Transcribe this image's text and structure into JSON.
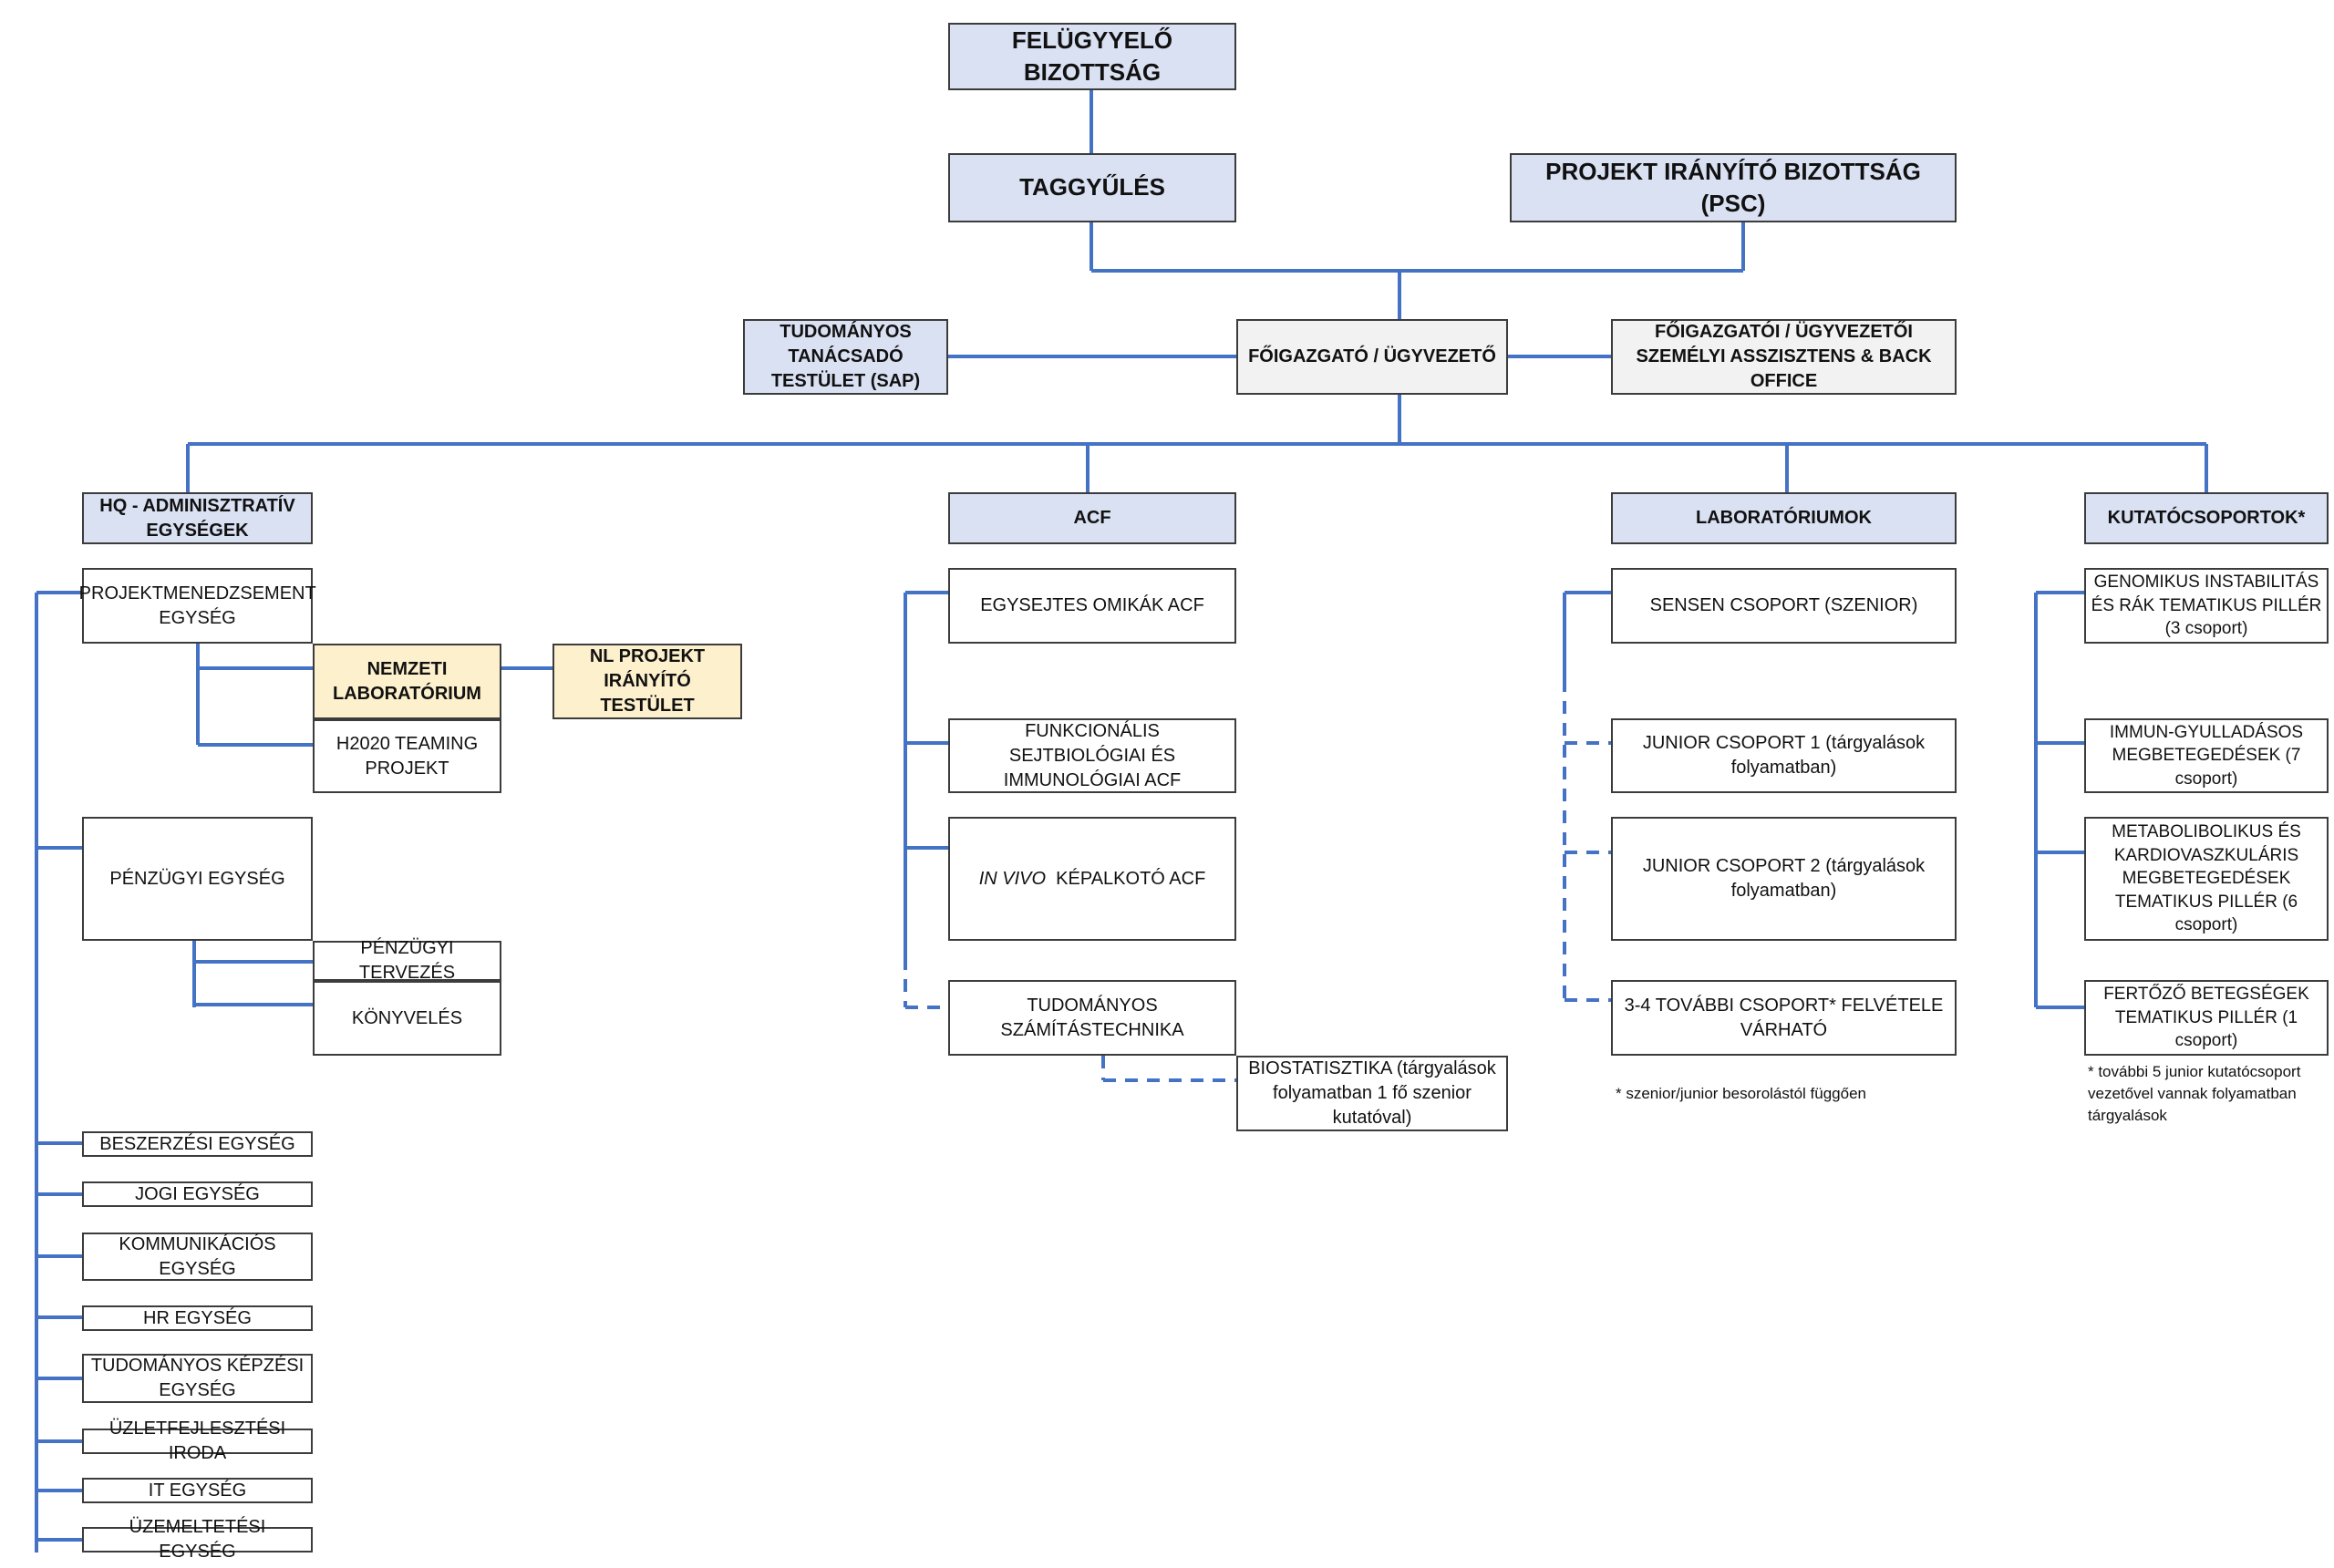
{
  "colors": {
    "line": "#4472c4",
    "header_fill": "#dae1f3",
    "grey_fill": "#f2f2f2",
    "yellow_fill": "#fdf0cc",
    "border": "#3c3c3c"
  },
  "top": {
    "supervisory_board": "FELÜGYYELŐ BIZOTTSÁG",
    "general_assembly": "TAGGYŰLÉS",
    "psc": "PROJEKT IRÁNYÍTÓ BIZOTTSÁG (PSC)",
    "sap": "TUDOMÁNYOS TANÁCSADÓ TESTÜLET (SAP)",
    "ceo": "FŐIGAZGATÓ / ÜGYVEZETŐ",
    "ceo_assistant": "FŐIGAZGATÓI / ÜGYVEZETŐI SZEMÉLYI ASSZISZTENS & BACK OFFICE"
  },
  "hq": {
    "header": "HQ - ADMINISZTRATÍV EGYSÉGEK",
    "project_management": "PROJEKTMENEDZSEMENT EGYSÉG",
    "national_lab": "NEMZETI LABORATÓRIUM",
    "nl_steering": "NL PROJEKT IRÁNYÍTÓ TESTÜLET",
    "h2020": "H2020 TEAMING PROJEKT",
    "finance": "PÉNZÜGYI EGYSÉG",
    "financial_planning": "PÉNZÜGYI TERVEZÉS",
    "accounting": "KÖNYVELÉS",
    "units": [
      "BESZERZÉSI EGYSÉG",
      "JOGI EGYSÉG",
      "KOMMUNIKÁCIÓS EGYSÉG",
      "HR EGYSÉG",
      "TUDOMÁNYOS KÉPZÉSI EGYSÉG",
      "ÜZLETFEJLESZTÉSI IRODA",
      "IT EGYSÉG",
      "ÜZEMELTETÉSI EGYSÉG"
    ]
  },
  "acf": {
    "header": "ACF",
    "single_cell": "EGYSEJTES OMIKÁK ACF",
    "functional": "FUNKCIONÁLIS SEJTBIOLÓGIAI ÉS IMMUNOLÓGIAI ACF",
    "in_vivo_italic": "IN VIVO",
    "in_vivo_rest": "KÉPALKOTÓ ACF",
    "computing": "TUDOMÁNYOS SZÁMÍTÁSTECHNIKA",
    "biostat": "BIOSTATISZTIKA (tárgyalások folyamatban 1 fő szenior kutatóval)"
  },
  "labs": {
    "header": "LABORATÓRIUMOK",
    "sensen": "SENSEN CSOPORT (SZENIOR)",
    "junior1": "JUNIOR CSOPORT 1 (tárgyalások folyamatban)",
    "junior2": "JUNIOR CSOPORT 2 (tárgyalások folyamatban)",
    "more_groups": "3-4 TOVÁBBI CSOPORT* FELVÉTELE VÁRHATÓ",
    "note": "* szenior/junior besorolástól függően"
  },
  "research": {
    "header": "KUTATÓCSOPORTOK*",
    "genomic": "GENOMIKUS INSTABILITÁS ÉS RÁK TEMATIKUS PILLÉR (3 csoport)",
    "immune": "IMMUN-GYULLADÁSOS MEGBETEGEDÉSEK (7 csoport)",
    "metabolic": "METABOLIBOLIKUS ÉS KARDIOVASZKULÁRIS MEGBETEGEDÉSEK TEMATIKUS PILLÉR (6 csoport)",
    "infectious": "FERTŐZŐ BETEGSÉGEK TEMATIKUS PILLÉR (1 csoport)",
    "note": "* további 5 junior kutatócsoport vezetővel vannak folyamatban tárgyalások"
  }
}
